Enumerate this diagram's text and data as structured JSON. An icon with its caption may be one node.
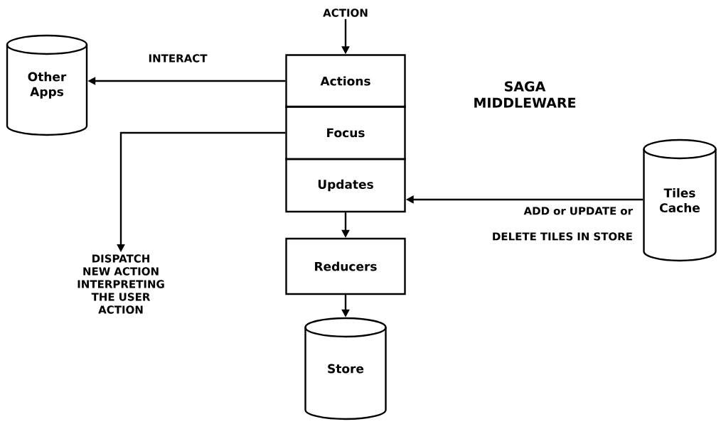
{
  "diagram": {
    "nodes": [
      {
        "text": [
          "Actions"
        ]
      },
      {
        "text": [
          "Focus"
        ]
      },
      {
        "text": [
          "Updates"
        ]
      },
      {
        "text": [
          "Reducers"
        ]
      },
      {
        "text": [
          "Store"
        ]
      },
      {
        "text": [
          "Other Apps"
        ]
      },
      {
        "text": [
          "Tiles Cache"
        ]
      },
      {
        "text": [
          "ACTION"
        ]
      },
      {
        "text": [
          "DISPATCH NEW ACTION INTERPRETING THE USER ACTION"
        ]
      }
    ],
    "edges": [
      {
        "from": 7,
        "to": 0,
        "arrow": "to"
      },
      {
        "from": 0,
        "to": 5,
        "arrow": "to",
        "label": "INTERACT"
      },
      {
        "from": 1,
        "to": 8,
        "arrow": "to"
      },
      {
        "from": 6,
        "to": 2,
        "arrow": "to",
        "label": "ADD or UPDATE or DELETE TILES IN STORE"
      },
      {
        "from": 2,
        "to": 3,
        "arrow": "to"
      },
      {
        "from": 3,
        "to": 4,
        "arrow": "to"
      }
    ],
    "labels": [
      "SAGA MIDDLEWARE"
    ]
  }
}
